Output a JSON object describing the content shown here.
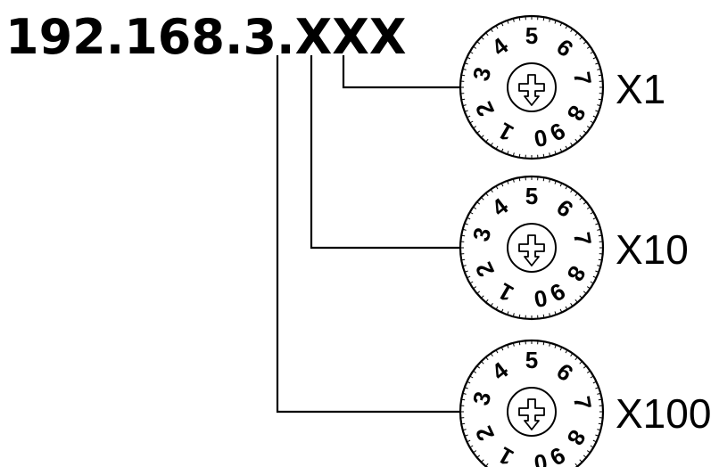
{
  "title": {
    "prefix": "192.168.3.",
    "x_hundreds": "X",
    "x_tens": "X",
    "x_ones": "X"
  },
  "switches": [
    {
      "multiplier": "X1"
    },
    {
      "multiplier": "X10"
    },
    {
      "multiplier": "X100"
    }
  ],
  "dial_digits": [
    "0",
    "1",
    "2",
    "3",
    "4",
    "5",
    "6",
    "7",
    "8",
    "9"
  ],
  "colors": {
    "ink": "#000000",
    "background": "#ffffff"
  }
}
